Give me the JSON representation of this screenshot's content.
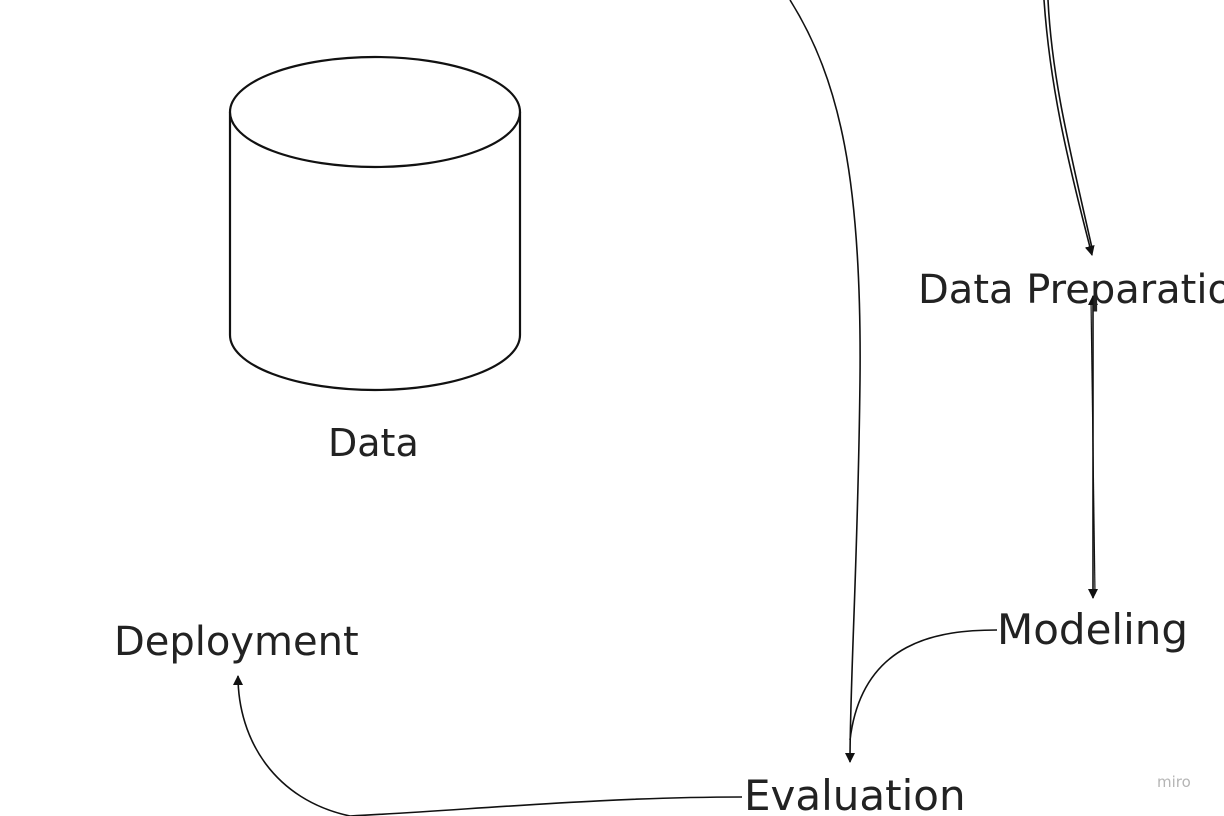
{
  "nodes": {
    "data": {
      "label": "Data",
      "shape": "cylinder"
    },
    "data_preparation": {
      "label": "Data Preparation"
    },
    "modeling": {
      "label": "Modeling"
    },
    "deployment": {
      "label": "Deployment"
    },
    "evaluation": {
      "label": "Evaluation"
    }
  },
  "edges": [
    {
      "from": "offscreen-top",
      "to": "data_preparation"
    },
    {
      "from": "offscreen-top",
      "to": "evaluation"
    },
    {
      "from": "data_preparation",
      "to": "modeling",
      "bidirectional": true
    },
    {
      "from": "modeling",
      "to": "evaluation"
    },
    {
      "from": "evaluation",
      "to": "deployment"
    }
  ],
  "watermark": "miro",
  "colors": {
    "stroke": "#111111",
    "text": "#222222",
    "watermark": "#b5b5b5",
    "background": "#ffffff"
  }
}
